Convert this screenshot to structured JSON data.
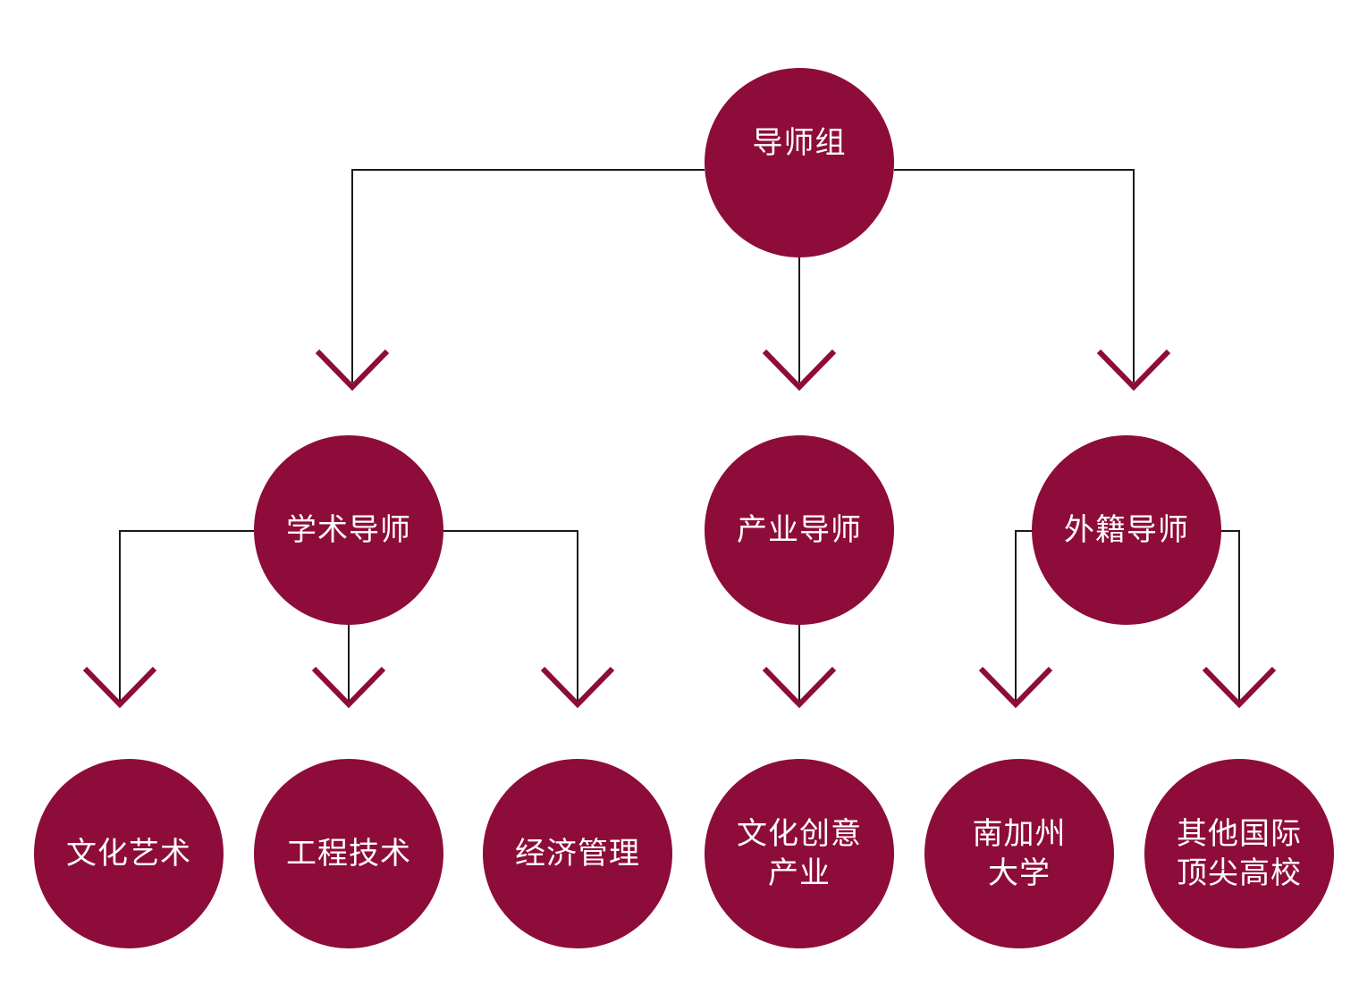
{
  "colors": {
    "node_fill": "#8d0c3a",
    "connector": "#1a1a1a",
    "arrow": "#8d0c3a"
  },
  "nodes": {
    "root": {
      "lines": [
        "导师组"
      ]
    },
    "academic": {
      "lines": [
        "学术导师"
      ]
    },
    "industry": {
      "lines": [
        "产业导师"
      ]
    },
    "foreign": {
      "lines": [
        "外籍导师"
      ]
    },
    "culture_art": {
      "lines": [
        "文化艺术"
      ]
    },
    "engineering": {
      "lines": [
        "工程技术"
      ]
    },
    "economics": {
      "lines": [
        "经济管理"
      ]
    },
    "creative": {
      "lines": [
        "文化创意",
        "产业"
      ]
    },
    "usc": {
      "lines": [
        "南加州",
        "大学"
      ]
    },
    "other_intl": {
      "lines": [
        "其他国际",
        "顶尖高校"
      ]
    }
  }
}
